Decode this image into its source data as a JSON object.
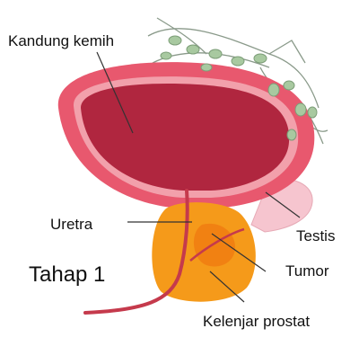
{
  "diagram": {
    "labels": {
      "bladder": "Kandung kemih",
      "urethra": "Uretra",
      "stage": "Tahap 1",
      "testis": "Testis",
      "tumor": "Tumor",
      "prostate": "Kelenjar prostat"
    },
    "colors": {
      "bladder_outer": "#e8586e",
      "bladder_inner": "#b0263f",
      "bladder_rim": "#f2a0ab",
      "prostate": "#f59a1a",
      "tumor": "#f07a10",
      "urethra": "#c53a4c",
      "testis": "#f6c5cf",
      "lymph_node": "#a8c9a0",
      "vessel": "#8a9a8a",
      "leader_line": "#333333"
    }
  }
}
